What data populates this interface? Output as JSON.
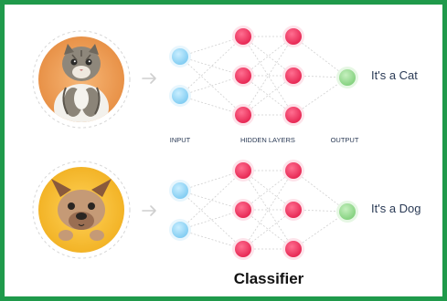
{
  "rows": [
    {
      "output_text": "It's a Cat",
      "animal": "cat-photo"
    },
    {
      "output_text": "It's a Dog",
      "animal": "dog-photo"
    }
  ],
  "layer_labels": {
    "input": "INPUT",
    "hidden": "HIDDEN LAYERS",
    "output": "OUTPUT"
  },
  "caption": "Classifier",
  "colors": {
    "frame": "#1f9a4b",
    "input_node": "#8fd3f5",
    "hidden_node": "#ef2f5f",
    "output_node": "#8fd68a",
    "connection": "#d0d0d0"
  }
}
